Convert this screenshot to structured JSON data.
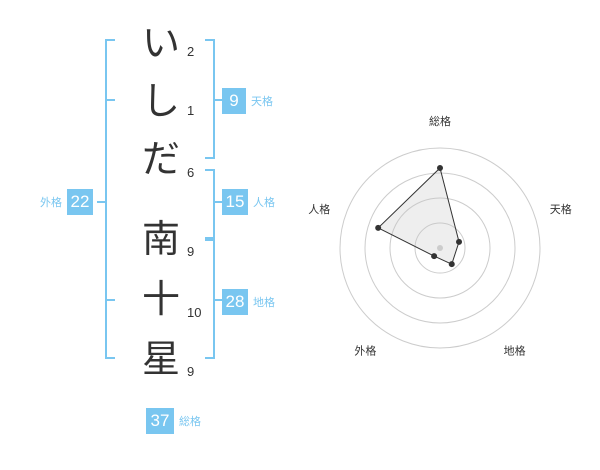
{
  "name": {
    "chars": [
      "い",
      "し",
      "だ",
      "南",
      "十",
      "星"
    ],
    "strokes": [
      "2",
      "1",
      "6",
      "9",
      "10",
      "9"
    ]
  },
  "kakusu": {
    "tenkaku": {
      "value": "9",
      "label": "天格"
    },
    "jinkaku": {
      "value": "15",
      "label": "人格"
    },
    "chikaku": {
      "value": "28",
      "label": "地格"
    },
    "gaikaku": {
      "value": "22",
      "label": "外格"
    },
    "soukaku": {
      "value": "37",
      "label": "総格"
    }
  },
  "colors": {
    "accent": "#79c6f0",
    "bracket": "#79c6f0",
    "text": "#333333"
  },
  "chart_data": {
    "type": "radar",
    "axes": [
      "総格",
      "天格",
      "地格",
      "外格",
      "人格"
    ],
    "values": [
      0.8,
      0.2,
      0.2,
      0.1,
      0.65
    ],
    "range": [
      0,
      1
    ],
    "rings": 4
  }
}
